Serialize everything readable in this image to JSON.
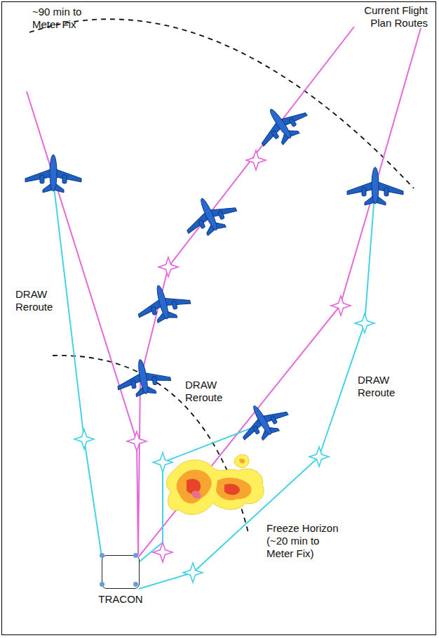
{
  "diagram": {
    "nodes": [
      {
        "text": [
          "TRACON"
        ]
      }
    ],
    "labels": [
      "~90 min to Meter Fix",
      "Current Flight Plan Routes",
      "DRAW Reroute",
      "DRAW Reroute",
      "DRAW Reroute",
      "Freeze Horizon (~20 min to Meter Fix)"
    ]
  }
}
